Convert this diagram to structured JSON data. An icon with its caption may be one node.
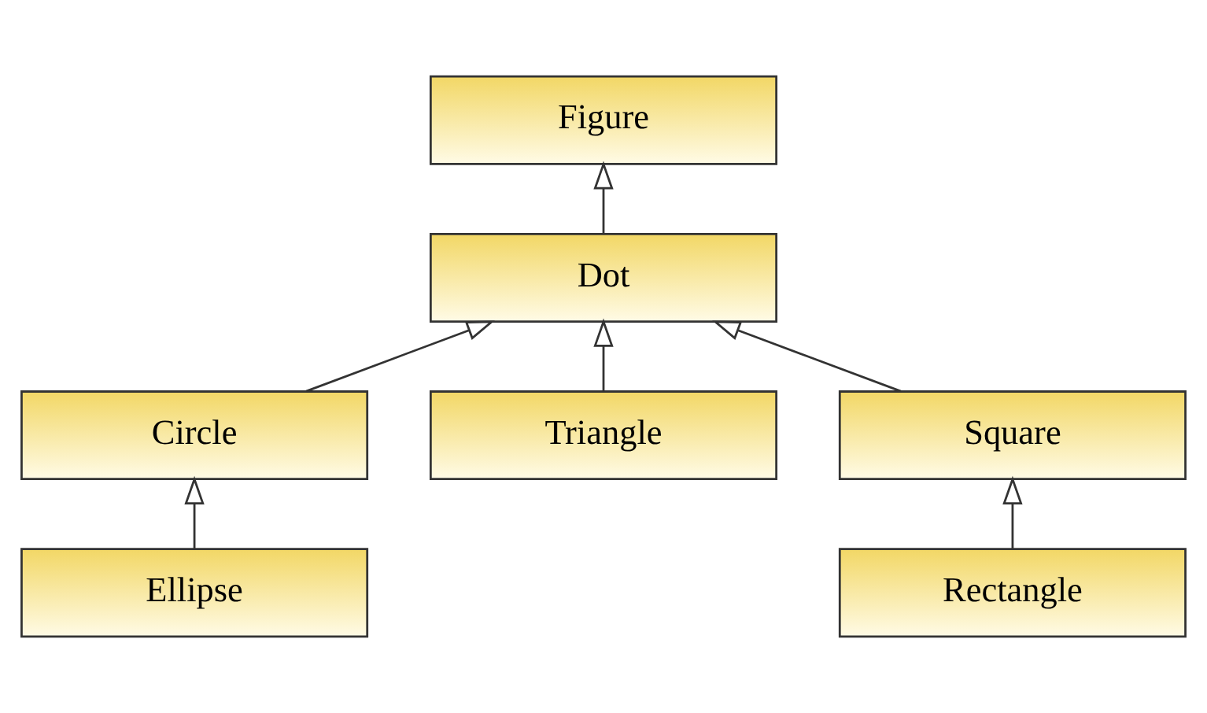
{
  "diagram": {
    "nodes": [
      {
        "text": [
          "Figure"
        ]
      },
      {
        "text": [
          "Dot"
        ]
      },
      {
        "text": [
          "Circle"
        ]
      },
      {
        "text": [
          "Triangle"
        ]
      },
      {
        "text": [
          "Square"
        ]
      },
      {
        "text": [
          "Ellipse"
        ]
      },
      {
        "text": [
          "Rectangle"
        ]
      }
    ],
    "edges": [
      {
        "from": 1,
        "to": 0,
        "arrow": "to"
      },
      {
        "from": 2,
        "to": 1,
        "arrow": "to"
      },
      {
        "from": 3,
        "to": 1,
        "arrow": "to"
      },
      {
        "from": 4,
        "to": 1,
        "arrow": "to"
      },
      {
        "from": 5,
        "to": 2,
        "arrow": "to"
      },
      {
        "from": 6,
        "to": 4,
        "arrow": "to"
      }
    ]
  }
}
